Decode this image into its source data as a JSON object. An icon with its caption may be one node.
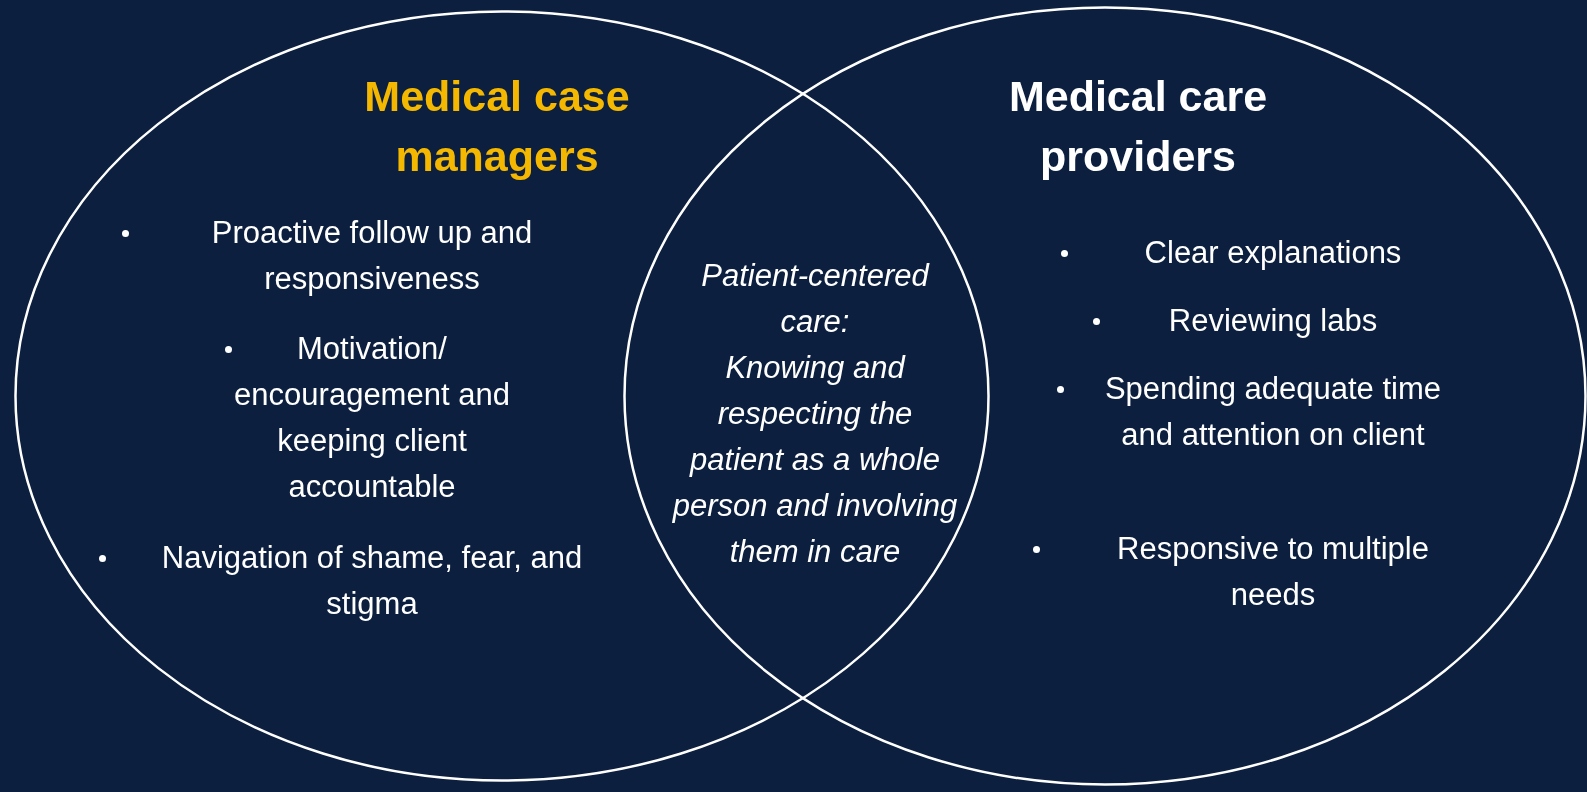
{
  "diagram": {
    "nodes": [
      {
        "text": [
          "Medical case managers",
          "Proactive follow up and responsiveness",
          "Motivation/ encouragement and keeping client accountable",
          "Navigation of shame, fear, and stigma"
        ]
      },
      {
        "text": [
          "Medical care providers",
          "Clear explanations",
          "Reviewing labs",
          "Spending adequate time and attention on client",
          "Responsive to multiple needs"
        ]
      },
      {
        "text": [
          "Patient-centered care:",
          "Knowing and respecting the patient as a whole person and involving them in care"
        ]
      }
    ]
  }
}
